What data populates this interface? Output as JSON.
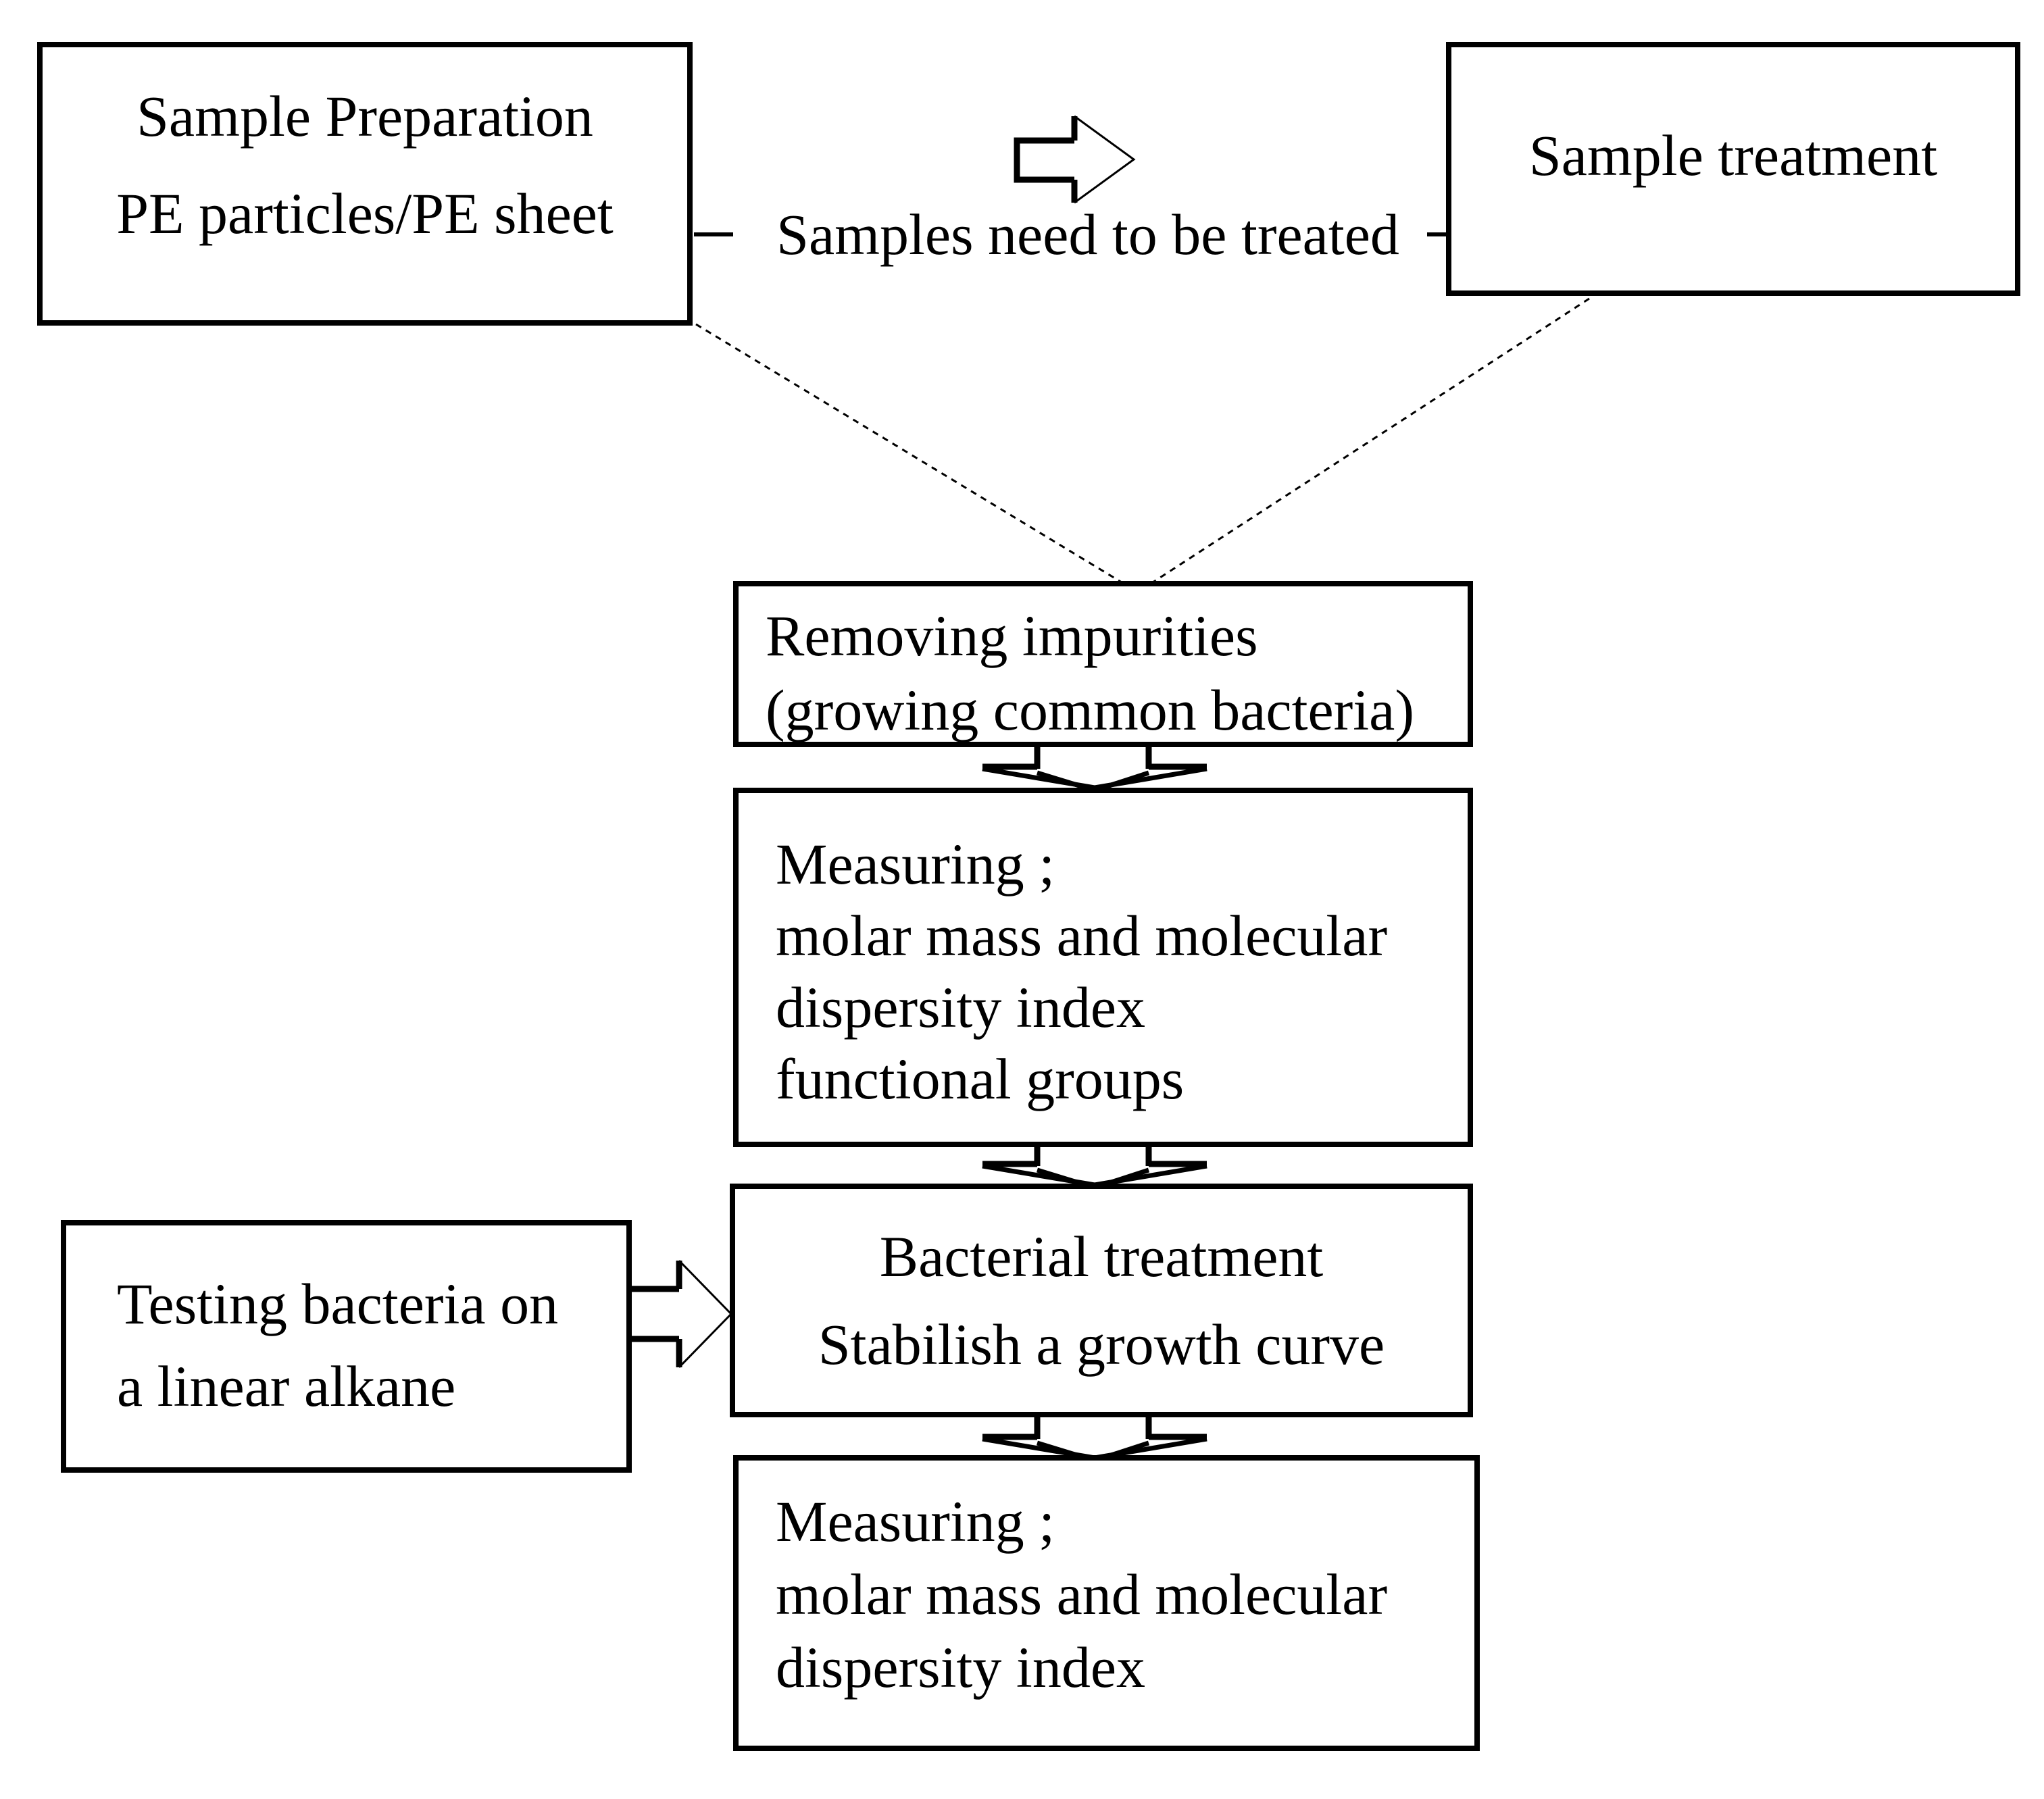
{
  "diagram": {
    "title": "PE biodegradation experiment flowchart",
    "colors": {
      "stroke": "#000000",
      "background": "#ffffff",
      "text": "#000000"
    },
    "nodes": {
      "sample_preparation": {
        "lines": [
          "Sample Preparation",
          "PE particles/PE sheet"
        ]
      },
      "sample_treatment": {
        "lines": [
          "Sample treatment"
        ]
      },
      "removing_impurities": {
        "lines": [
          "Removing impurities",
          "(growing common bacteria)"
        ]
      },
      "measuring_1": {
        "lines": [
          "Measuring ;",
          "molar mass and molecular",
          "dispersity index",
          "functional groups"
        ]
      },
      "testing_bacteria": {
        "lines": [
          "Testing bacteria on",
          "a linear alkane"
        ]
      },
      "bacterial_treatment": {
        "lines": [
          "Bacterial treatment",
          "Stabilish a growth curve"
        ]
      },
      "measuring_2": {
        "lines": [
          "Measuring ;",
          "molar mass and molecular",
          "dispersity index"
        ]
      }
    },
    "connector": {
      "label": "Samples need to be treated"
    },
    "icons": {
      "right_block_arrow": "hollow right-pointing block arrow",
      "down_arrow": "hollow chevron down arrow",
      "dashed_line": "dotted diagonal connector"
    }
  }
}
